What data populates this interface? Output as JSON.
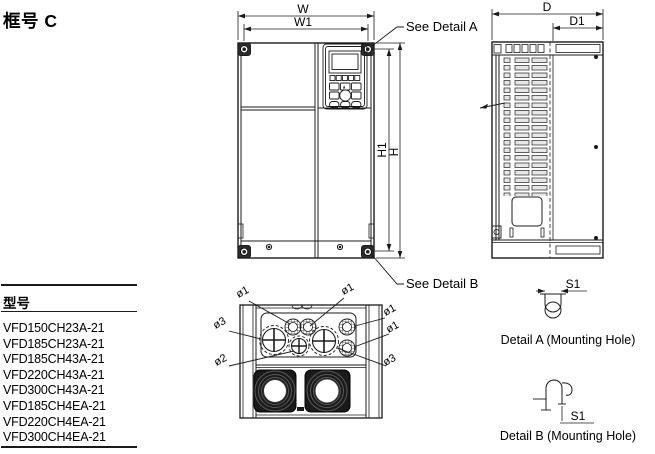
{
  "title": "框号 C",
  "table": {
    "header": "型号",
    "models": [
      "VFD150CH23A-21",
      "VFD185CH23A-21",
      "VFD185CH43A-21",
      "VFD220CH43A-21",
      "VFD300CH43A-21",
      "VFD185CH4EA-21",
      "VFD220CH4EA-21",
      "VFD300CH4EA-21"
    ]
  },
  "dims": {
    "w": "W",
    "w1": "W1",
    "h1": "H1",
    "h": "H",
    "d": "D",
    "d1": "D1",
    "s1": "S1"
  },
  "callouts": {
    "see_detail_a": "See Detail A",
    "see_detail_b": "See Detail B"
  },
  "details": {
    "a_caption": "Detail A (Mounting Hole)",
    "b_caption": "Detail B (Mounting Hole)"
  },
  "holes": {
    "h1": "ø1",
    "h2": "ø2",
    "h3": "ø3"
  },
  "colors": {
    "line": "#1b1b1b",
    "text": "#000000",
    "background": "#ffffff",
    "fan_dark": "#1a1a1a"
  }
}
